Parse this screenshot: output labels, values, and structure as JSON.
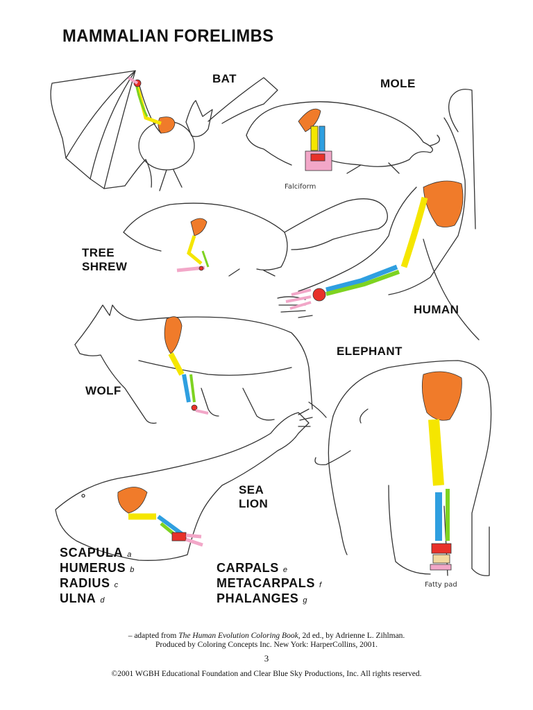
{
  "title": "MAMMALIAN FORELIMBS",
  "animals": {
    "bat": "BAT",
    "mole": "MOLE",
    "tree_shrew_line1": "TREE",
    "tree_shrew_line2": "SHREW",
    "human": "HUMAN",
    "wolf": "WOLF",
    "elephant": "ELEPHANT",
    "sea_lion_line1": "SEA",
    "sea_lion_line2": "LION"
  },
  "annotations": {
    "falciform": "Falciform",
    "fatty_pad": "Fatty pad"
  },
  "legend": [
    {
      "name": "SCAPULA",
      "code": "a",
      "color": "#f07b2a"
    },
    {
      "name": "HUMERUS",
      "code": "b",
      "color": "#f5e600"
    },
    {
      "name": "RADIUS",
      "code": "c",
      "color": "#2f9fe0"
    },
    {
      "name": "ULNA",
      "code": "d",
      "color": "#7ed321"
    },
    {
      "name": "CARPALS",
      "code": "e",
      "color": "#e8312a"
    },
    {
      "name": "METACARPALS",
      "code": "f",
      "color": "#f2d9a0"
    },
    {
      "name": "PHALANGES",
      "code": "g",
      "color": "#f2a7c8"
    }
  ],
  "footer": {
    "credit_prefix": "– adapted from ",
    "credit_book": "The Human Evolution Coloring Book",
    "credit_suffix": ", 2d ed., by Adrienne L. Zihlman.",
    "produced_by": "Produced by Coloring Concepts Inc. New York: HarperCollins,   2001.",
    "page_number": "3",
    "copyright": "©2001 WGBH Educational Foundation and Clear Blue Sky Productions, Inc. All rights reserved."
  }
}
